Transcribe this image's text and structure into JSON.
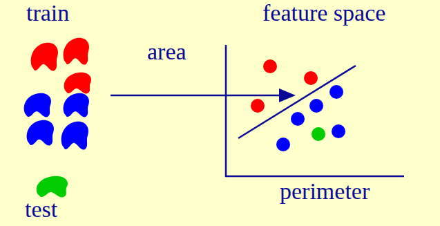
{
  "diagram": {
    "labels": [
      "train",
      "area",
      "feature space",
      "perimeter",
      "test"
    ]
  }
}
